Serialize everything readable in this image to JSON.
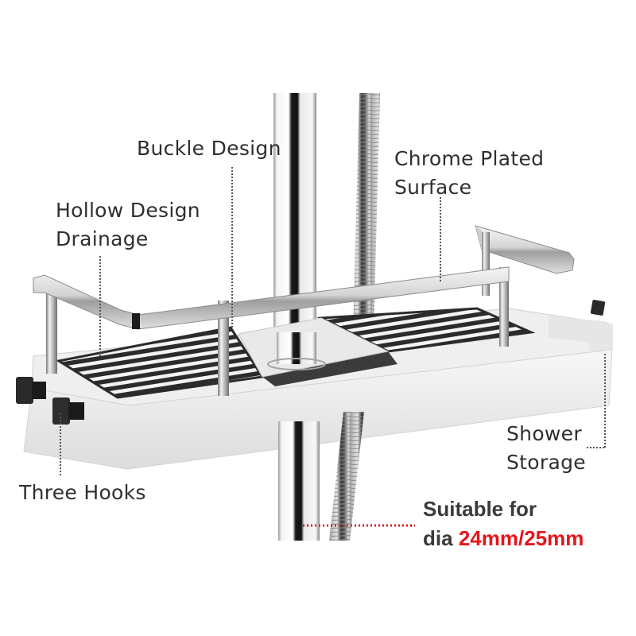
{
  "image": {
    "subject": "chrome shower caddy shelf clamped on a slide bar pole with shower hose",
    "colors": {
      "background": "#ffffff",
      "label_text": "#2f2f2f",
      "spec_text": "#3a3a3a",
      "accent_red": "#e8141a",
      "tray_white": "#f2f2f2",
      "grate_black": "#2a2a2a",
      "chrome": "#c8c8c8"
    }
  },
  "labels": {
    "buckle_design": "Buckle Design",
    "chrome_plated": {
      "line1": "Chrome Plated",
      "line2": "Surface"
    },
    "hollow_design": {
      "line1": "Hollow Design",
      "line2": "Drainage"
    },
    "shower_storage": {
      "line1": "Shower",
      "line2": "Storage"
    },
    "three_hooks": "Three Hooks"
  },
  "spec": {
    "line1": "Suitable for",
    "line2_prefix": "dia",
    "line2_value": "24mm/25mm"
  }
}
